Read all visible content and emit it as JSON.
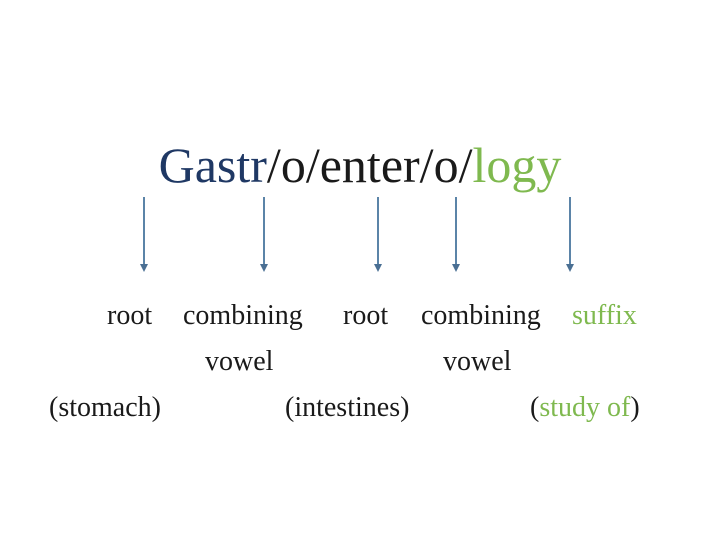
{
  "colors": {
    "root_text": "#1f3864",
    "suffix_text": "#7fb94f",
    "label_text": "#1a1a1a",
    "arrow": "#5b84a8"
  },
  "word": {
    "part1": "Gastr",
    "slash1": "/",
    "part2": "o",
    "slash2": "/",
    "part3": "enter",
    "slash3": "/",
    "part4": "o",
    "slash4": "/",
    "part5": "logy"
  },
  "labels": {
    "root1": "root",
    "combining1": "combining",
    "root2": "root",
    "combining2": "combining",
    "suffix": "suffix",
    "vowel1": "vowel",
    "vowel2": "vowel",
    "stomach": "(stomach)",
    "intestines": "(intestines)",
    "study_open": "(",
    "study_text": "study of",
    "study_close": ")"
  }
}
